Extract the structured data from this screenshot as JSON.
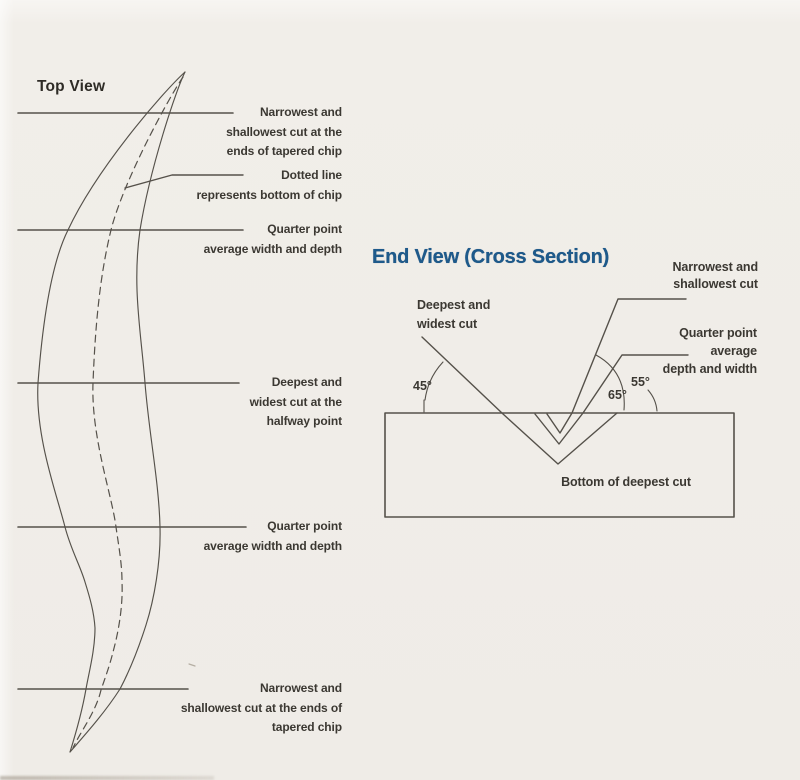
{
  "colors": {
    "background": "#efece7",
    "line": "#55514a",
    "text": "#3b3832",
    "heading_blue": "#1e5a8b"
  },
  "top_view": {
    "title": "Top View",
    "label_narrowest_top": "Narrowest and\nshallowest cut at the\nends of tapered chip",
    "label_dotted_line": "Dotted line\nrepresents bottom of chip",
    "label_quarter_upper": "Quarter point\naverage width and depth",
    "label_deepest": "Deepest and\nwidest cut at the\nhalfway point",
    "label_quarter_lower": "Quarter point\naverage width and depth",
    "label_narrowest_bottom": "Narrowest and\nshallowest cut at the ends of\ntapered chip"
  },
  "end_view": {
    "title": "End View (Cross Section)",
    "label_deepest": "Deepest and\nwidest cut",
    "label_narrowest": "Narrowest and\nshallowest cut",
    "label_quarter": "Quarter point\naverage\ndepth and width",
    "label_bottom": "Bottom of deepest cut",
    "angle_deepest": "45°",
    "angle_quarter": "65°",
    "angle_narrowest": "55°"
  }
}
